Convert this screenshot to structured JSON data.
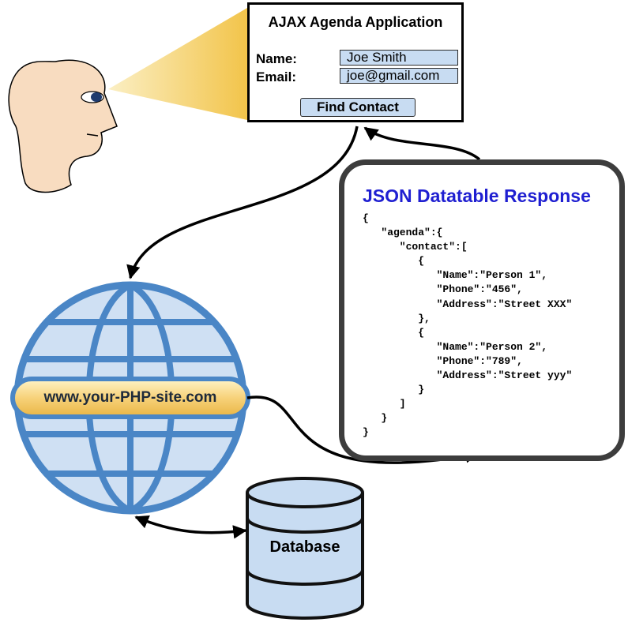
{
  "app": {
    "title": "AJAX Agenda Application",
    "name_label": "Name:",
    "name_value": "Joe Smith",
    "email_label": "Email:",
    "email_value": "joe@gmail.com",
    "find_button": "Find Contact"
  },
  "response": {
    "title": "JSON Datatable Response",
    "code": "{\n   \"agenda\":{\n      \"contact\":[\n         {\n            \"Name\":\"Person 1\",\n            \"Phone\":\"456\",\n            \"Address\":\"Street XXX\"\n         },\n         {\n            \"Name\":\"Person 2\",\n            \"Phone\":\"789\",\n            \"Address\":\"Street yyy\"\n         }\n      ]\n   }\n}"
  },
  "server": {
    "label": "www.your-PHP-site.com"
  },
  "database": {
    "label": "Database"
  },
  "colors": {
    "field_fill": "#c8dcf2",
    "globe_fill": "#cfe0f3",
    "globe_stroke": "#4a86c6",
    "pill_fill": "#f7d27a",
    "json_title": "#1f1fd1",
    "face_fill": "#f8dcc0",
    "panel_border": "#3d3d3d"
  }
}
